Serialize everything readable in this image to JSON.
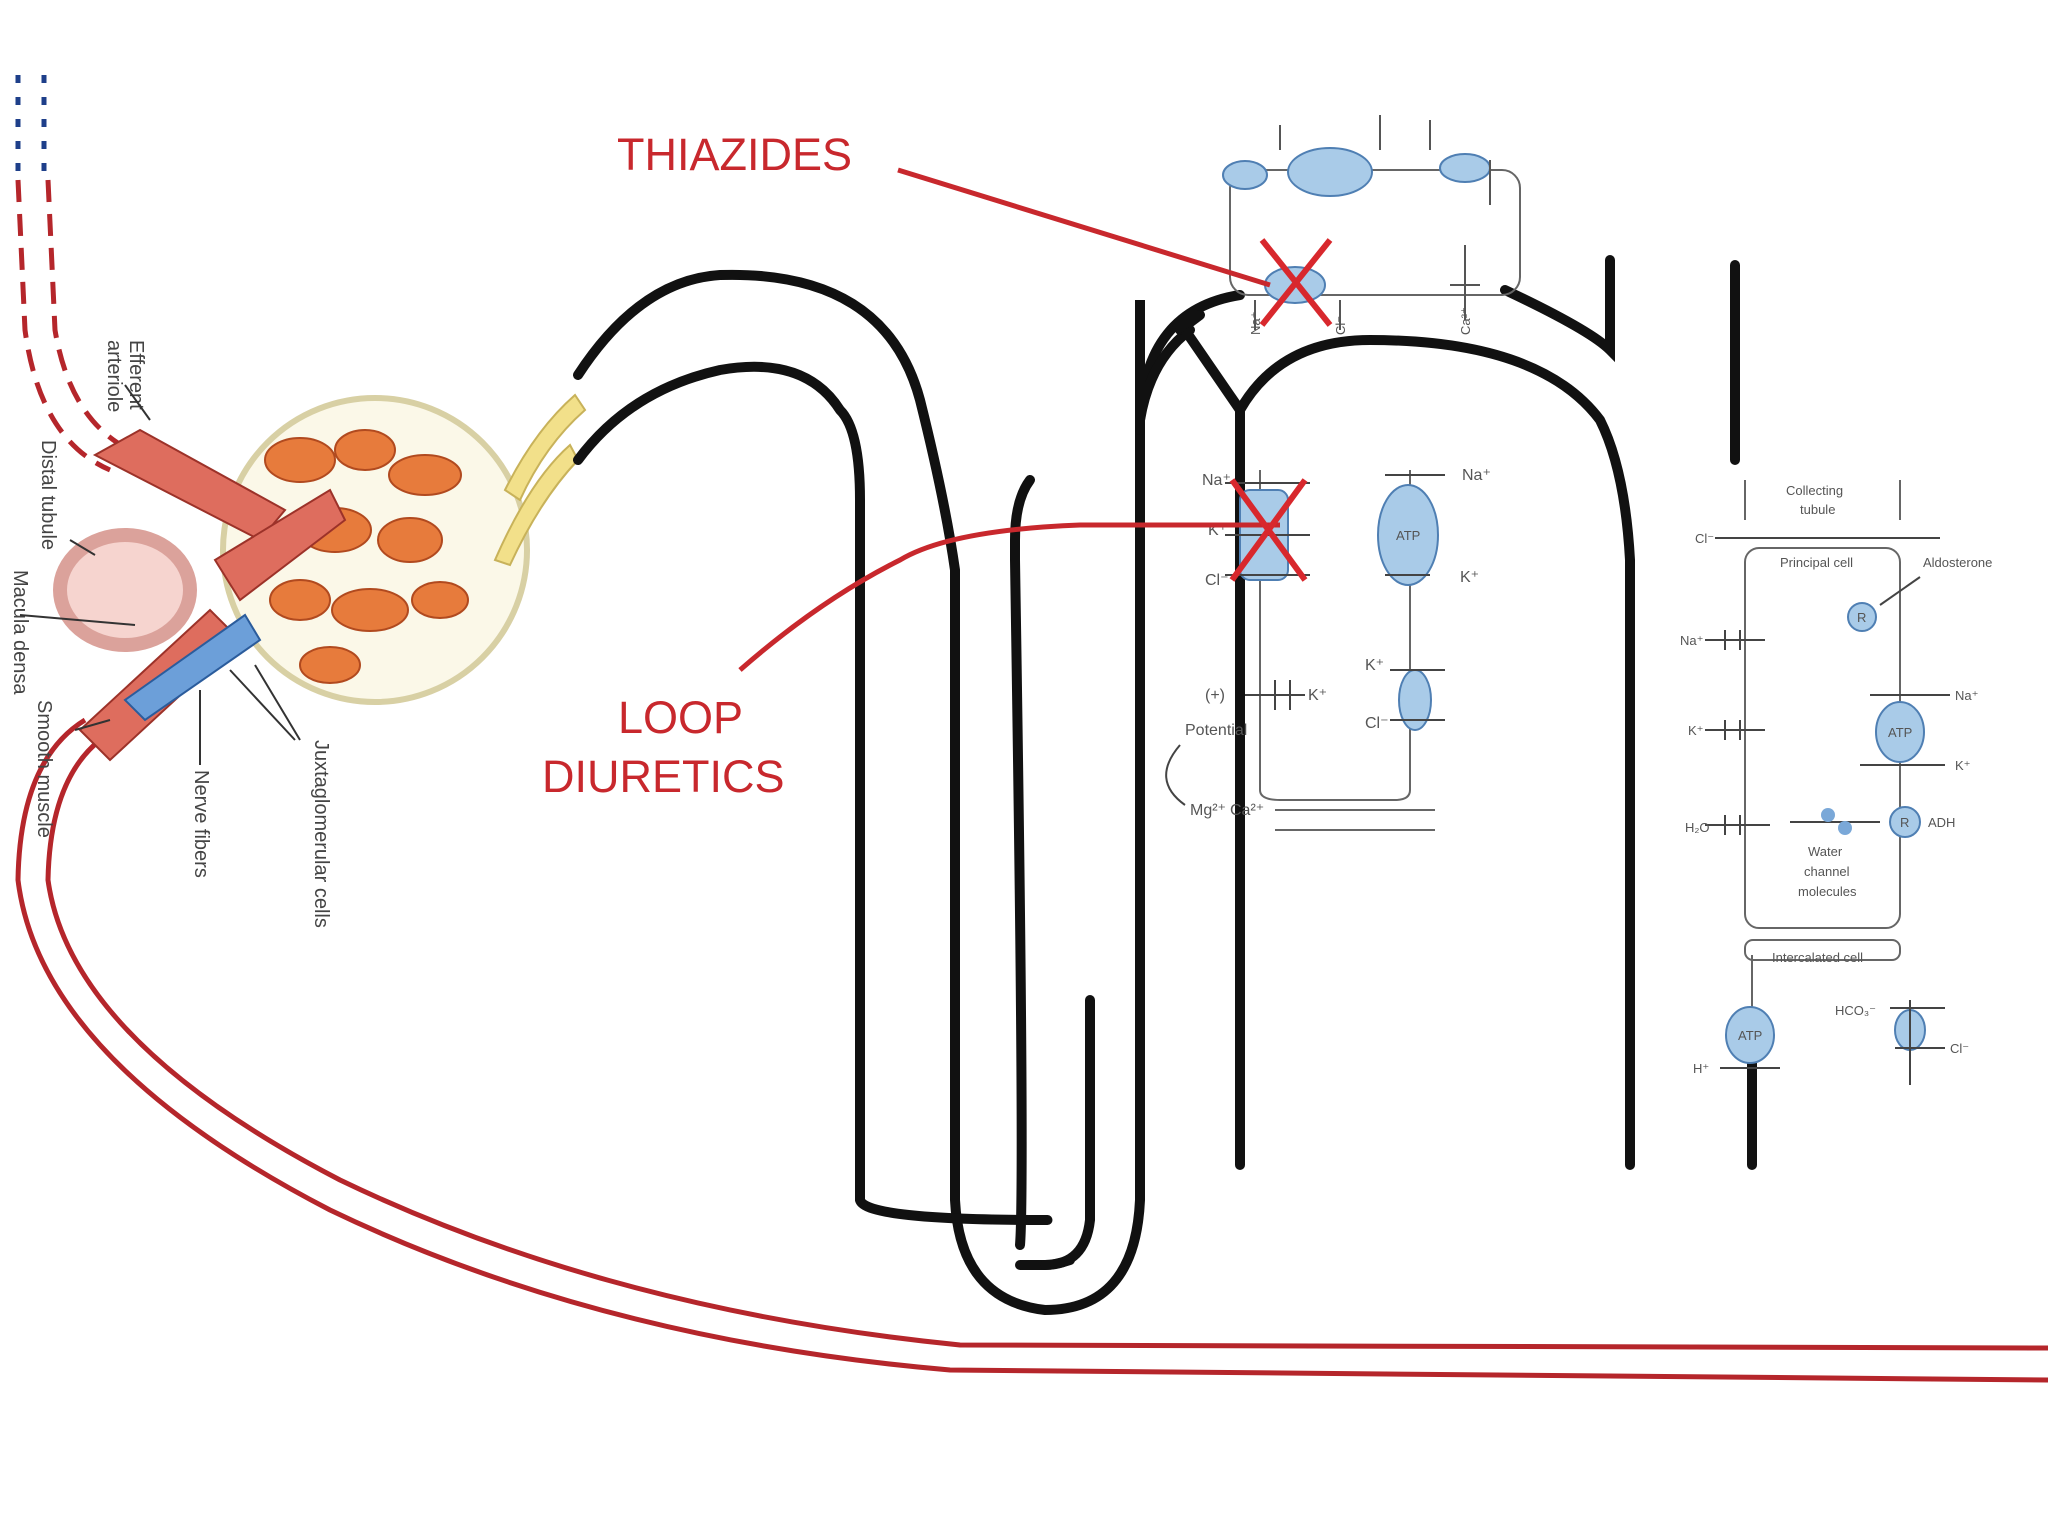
{
  "drug_labels": {
    "thiazides": "THIAZIDES",
    "loop_line1": "LOOP",
    "loop_line2": "DIURETICS"
  },
  "glomerulus_labels": {
    "efferent_line1": "Efferent",
    "efferent_line2": "arteriole",
    "distal_tubule": "Distal tubule",
    "macula_densa": "Macula densa",
    "smooth_muscle": "Smooth muscle",
    "nerve_fibers": "Nerve fibers",
    "jg_cells": "Juxtaglomerular cells"
  },
  "loop_cell": {
    "na": "Na⁺",
    "k": "K⁺",
    "cl": "Cl⁻",
    "na_out": "Na⁺",
    "k_in": "K⁺",
    "atp": "ATP",
    "k_cotrans": "K⁺",
    "cl_cotrans": "Cl⁻",
    "plus": "(+)",
    "k_channel": "K⁺",
    "potential": "Potential",
    "mg": "Mg²⁺",
    "ca": "Ca²⁺"
  },
  "distal_cell": {
    "na": "Na⁺",
    "cl": "Cl⁻",
    "ca": "Ca²⁺"
  },
  "collecting": {
    "title_line1": "Collecting",
    "title_line2": "tubule",
    "cl": "Cl⁻",
    "principal": "Principal cell",
    "aldosterone": "Aldosterone",
    "r1": "R",
    "na_in": "Na⁺",
    "na_out": "Na⁺",
    "k_left": "K⁺",
    "atp1": "ATP",
    "k_right": "K⁺",
    "h2o": "H₂O",
    "r2": "R",
    "adh": "ADH",
    "water1": "Water",
    "water2": "channel",
    "water3": "molecules",
    "intercalated": "Intercalated cell",
    "atp2": "ATP",
    "h": "H⁺",
    "hco3": "HCO₃⁻",
    "cl2": "Cl⁻"
  },
  "colors": {
    "drug_red": "#c8282d",
    "tubule_black": "#111111",
    "transporter_blue": "#a9cbe8",
    "vessel_red": "#de6d5e"
  }
}
